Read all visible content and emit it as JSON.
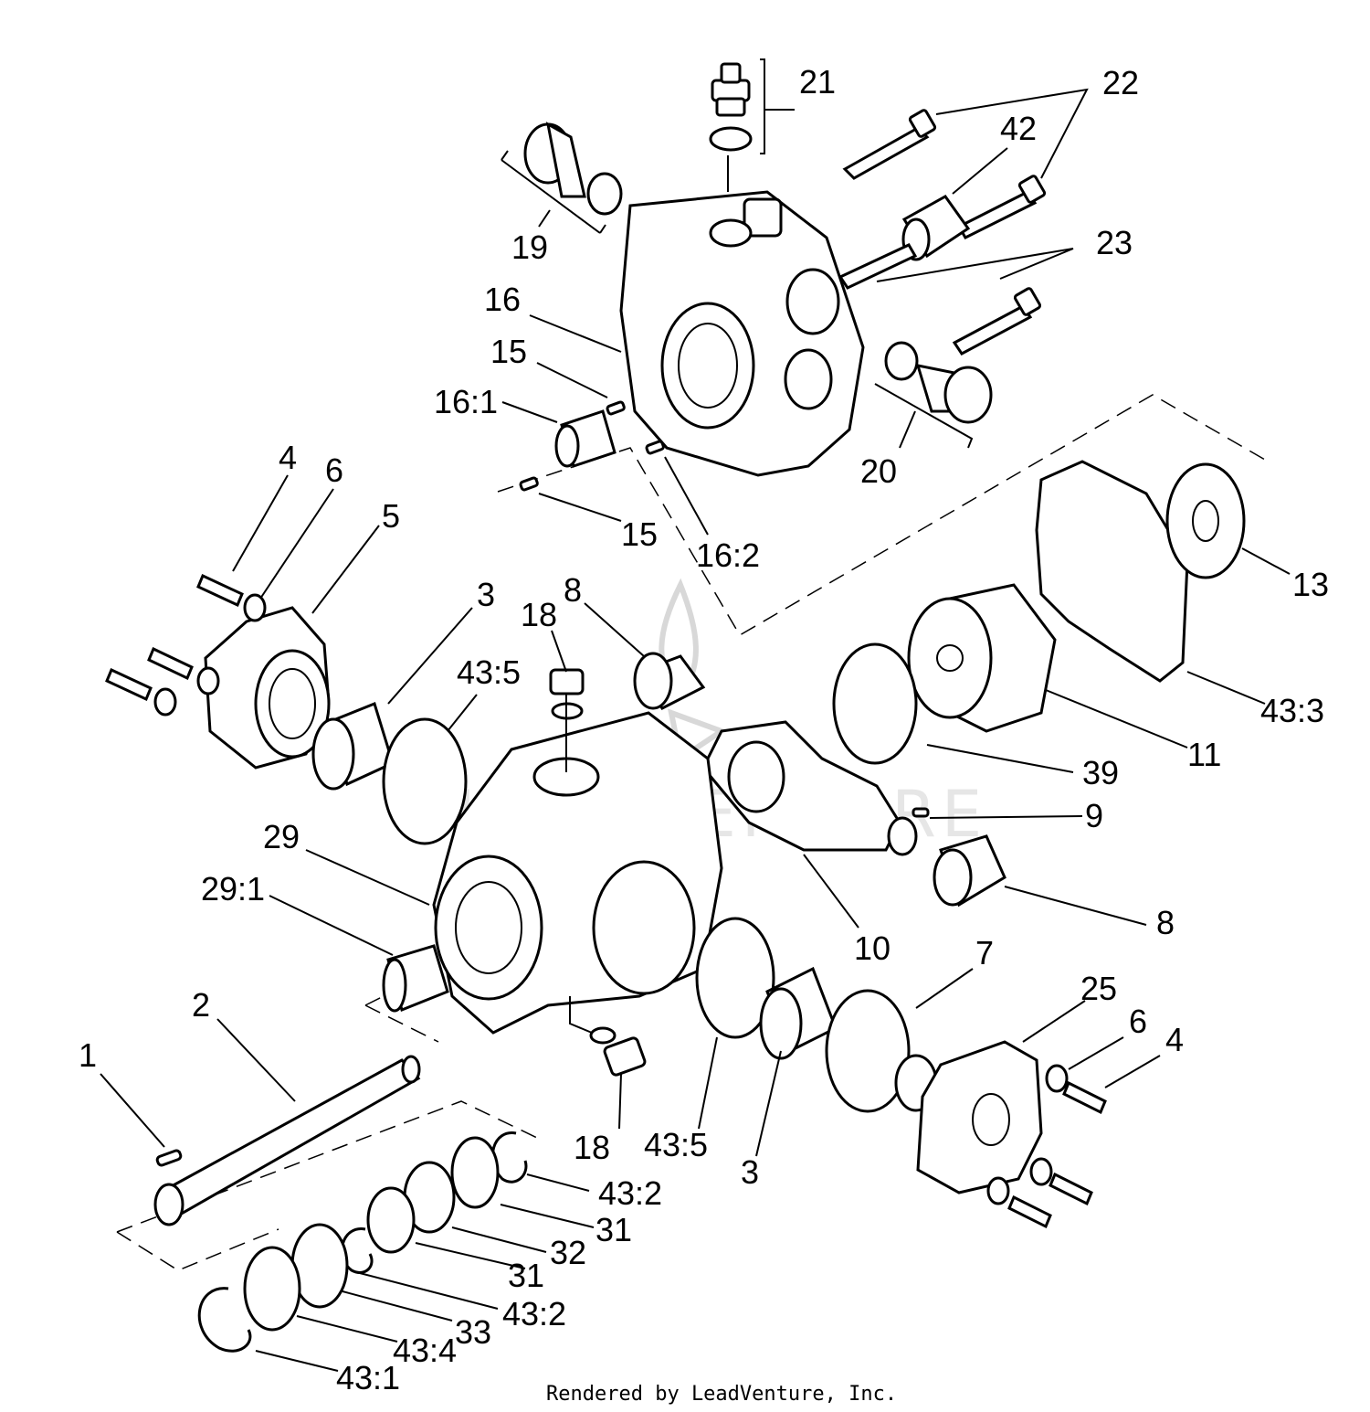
{
  "callouts": [
    {
      "id": "c21",
      "text": "21"
    },
    {
      "id": "c22",
      "text": "22"
    },
    {
      "id": "c42",
      "text": "42"
    },
    {
      "id": "c23",
      "text": "23"
    },
    {
      "id": "c19",
      "text": "19"
    },
    {
      "id": "c16",
      "text": "16"
    },
    {
      "id": "c15a",
      "text": "15"
    },
    {
      "id": "c16_1",
      "text": "16:1"
    },
    {
      "id": "c20",
      "text": "20"
    },
    {
      "id": "c15b",
      "text": "15"
    },
    {
      "id": "c16_2",
      "text": "16:2"
    },
    {
      "id": "c4a",
      "text": "4"
    },
    {
      "id": "c6a",
      "text": "6"
    },
    {
      "id": "c5",
      "text": "5"
    },
    {
      "id": "c3a",
      "text": "3"
    },
    {
      "id": "c18a",
      "text": "18"
    },
    {
      "id": "c8a",
      "text": "8"
    },
    {
      "id": "c43_5a",
      "text": "43:5"
    },
    {
      "id": "c13",
      "text": "13"
    },
    {
      "id": "c43_3",
      "text": "43:3"
    },
    {
      "id": "c11",
      "text": "11"
    },
    {
      "id": "c39",
      "text": "39"
    },
    {
      "id": "c9",
      "text": "9"
    },
    {
      "id": "c29",
      "text": "29"
    },
    {
      "id": "c29_1",
      "text": "29:1"
    },
    {
      "id": "c8b",
      "text": "8"
    },
    {
      "id": "c10",
      "text": "10"
    },
    {
      "id": "c7",
      "text": "7"
    },
    {
      "id": "c2",
      "text": "2"
    },
    {
      "id": "c25",
      "text": "25"
    },
    {
      "id": "c6b",
      "text": "6"
    },
    {
      "id": "c4b",
      "text": "4"
    },
    {
      "id": "c1",
      "text": "1"
    },
    {
      "id": "c18b",
      "text": "18"
    },
    {
      "id": "c43_5b",
      "text": "43:5"
    },
    {
      "id": "c3b",
      "text": "3"
    },
    {
      "id": "c43_2a",
      "text": "43:2"
    },
    {
      "id": "c31a",
      "text": "31"
    },
    {
      "id": "c32",
      "text": "32"
    },
    {
      "id": "c31b",
      "text": "31"
    },
    {
      "id": "c43_2b",
      "text": "43:2"
    },
    {
      "id": "c33",
      "text": "33"
    },
    {
      "id": "c43_4",
      "text": "43:4"
    },
    {
      "id": "c43_1",
      "text": "43:1"
    }
  ],
  "credit": "Rendered by LeadVenture, Inc.",
  "watermark": "LEADVENTURE"
}
